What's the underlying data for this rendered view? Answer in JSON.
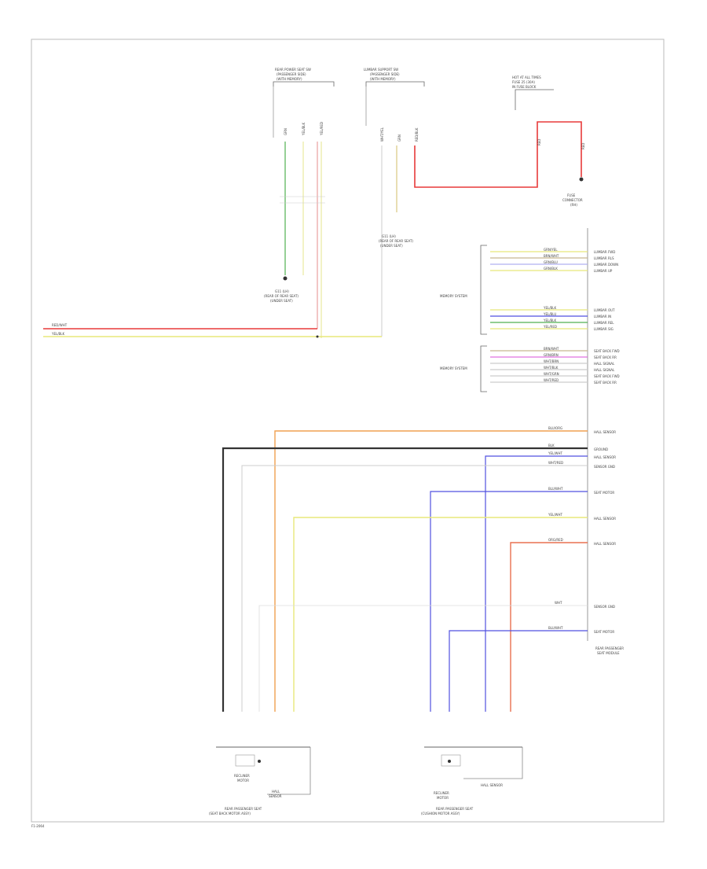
{
  "diagram": {
    "top_connectors": {
      "left": {
        "title_line1": "REAR POWER SEAT SW",
        "title_line2": "(PASSENGER SIDE)",
        "title_line3": "(WITH MEMORY)",
        "pin_labels": [
          "GRN",
          "YEL/BLK",
          "YEL/RED"
        ],
        "ground_label_1": "G11 (LH)",
        "ground_label_2": "(REAR OF REAR SEAT)",
        "ground_label_3": "(UNDER SEAT)"
      },
      "middle": {
        "title_line1": "LUMBAR SUPPORT SW",
        "title_line2": "(PASSENGER SIDE)",
        "title_line3": "(WITH MEMORY)",
        "pin_labels": [
          "WHT/YEL",
          "GRN",
          "RED/BLK"
        ],
        "ground_label_1": "G11 (LH)",
        "ground_label_2": "(REAR OF REAR SEAT)",
        "ground_label_3": "(UNDER SEAT)"
      },
      "right": {
        "title_line1": "HOT AT ALL TIMES",
        "title_line2": "FUSE 25 (30A)",
        "title_line3": "IN FUSE BLOCK",
        "pin_labels": [
          "RED",
          "RED"
        ],
        "connector_label_1": "FUSE",
        "connector_label_2": "CONNECTOR",
        "connector_label_3": "(RH)"
      }
    },
    "left_wires": {
      "red_label": "RED/WHT",
      "yellow_label": "YEL/BLK"
    },
    "memory_module": {
      "title_line1": "REAR PASSENGER",
      "title_line2": "SEAT MODULE",
      "group1_label": "MEMORY SYSTEM",
      "group2_label": "MEMORY SYSTEM",
      "group1_wires": [
        "GRN/YEL",
        "BRN/WHT",
        "GRN/BLU",
        "GRN/BLK",
        "YEL/BLK",
        "YEL/BLU",
        "YEL/BLK",
        "YEL/RED"
      ],
      "group2_wires": [
        "BRN/WHT",
        "GRN/BRN",
        "WHT/BRN",
        "WHT/BLK",
        "WHT/GRN",
        "WHT/RED"
      ],
      "group1_pins": [
        "LUMBAR FWD",
        "LUMBAR RLS",
        "LUMBAR DOWN",
        "LUMBAR UP",
        "LUMBAR OUT",
        "LUMBAR IN",
        "LUMBAR REL",
        "LUMBAR SIG"
      ],
      "group2_pins": [
        "SEAT BACK FWD",
        "SEAT BACK RR",
        "HALL SIGNAL",
        "HALL SIGNAL",
        "SEAT BACK FWD",
        "SEAT BACK RR"
      ],
      "lower_wires": [
        "BLU/ORG",
        "BLK",
        "YEL/WHT",
        "WHT/RED",
        "BLU/WHT",
        "YEL/WHT",
        "ORG/RED",
        "WHT",
        "BLU/WHT"
      ],
      "lower_pins": [
        "HALL SENSOR",
        "GROUND",
        "HALL SENSOR",
        "SENSOR GND",
        "SEAT MOTOR",
        "HALL SENSOR",
        "HALL SENSOR",
        "SENSOR GND",
        "SEAT MOTOR"
      ]
    },
    "bottom_components": {
      "left": {
        "sublabel1": "RECLINER",
        "sublabel1b": "MOTOR",
        "sublabel2": "HALL",
        "sublabel2b": "SENSOR",
        "title_line1": "REAR PASSENGER SEAT",
        "title_line2": "(SEAT BACK MOTOR ASSY)"
      },
      "right": {
        "sublabel1": "RECLINER",
        "sublabel1b": "MOTOR",
        "sublabel2": "HALL SENSOR",
        "title_line1": "REAR PASSENGER SEAT",
        "title_line2": "(CUSHION MOTOR ASSY)"
      }
    },
    "footer_code": "F1-2064",
    "colors": {
      "red": "#e83a3a",
      "yellow": "#e8e87a",
      "blue": "#5050e0",
      "orange": "#f0a050",
      "black": "#333333",
      "grey": "#cccccc",
      "pink": "#e070e0",
      "green": "#50b050"
    }
  }
}
